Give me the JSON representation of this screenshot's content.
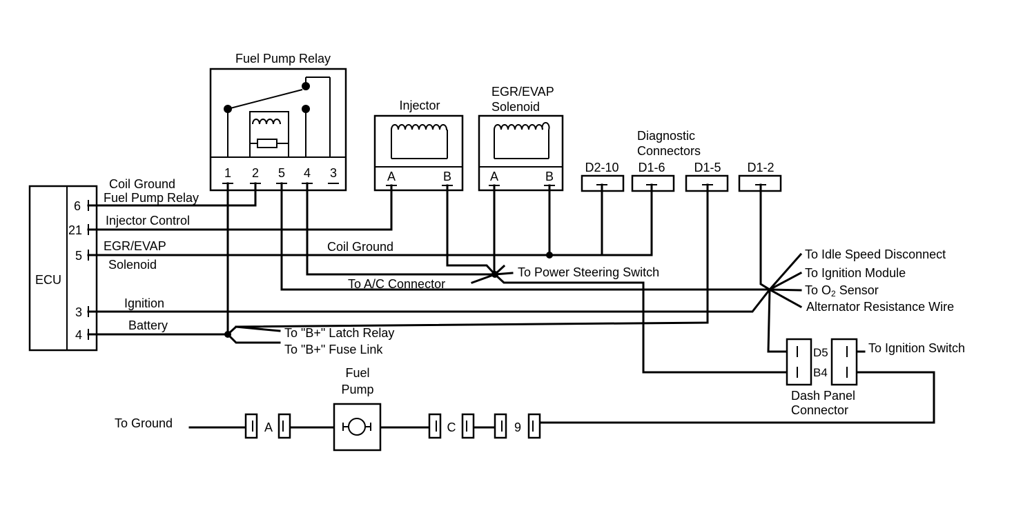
{
  "relay": {
    "title": "Fuel Pump Relay",
    "pins": [
      "1",
      "2",
      "5",
      "4",
      "3"
    ]
  },
  "injector": {
    "title": "Injector",
    "pin_a": "A",
    "pin_b": "B"
  },
  "egr": {
    "title_line1": "EGR/EVAP",
    "title_line2": "Solenoid",
    "pin_a": "A",
    "pin_b": "B"
  },
  "diagnostic": {
    "title_line1": "Diagnostic",
    "title_line2": "Connectors",
    "connectors": [
      "D2-10",
      "D1-6",
      "D1-5",
      "D1-2"
    ]
  },
  "ecu": {
    "label": "ECU",
    "pins": [
      "6",
      "21",
      "5",
      "3",
      "4"
    ]
  },
  "wires": {
    "coil_ground_relay_line1": "Coil Ground",
    "coil_ground_relay_line2": "Fuel Pump Relay",
    "injector_control": "Injector Control",
    "egr_line1": "EGR/EVAP",
    "egr_line2": "Solenoid",
    "coil_ground": "Coil Ground",
    "ignition": "Ignition",
    "battery": "Battery",
    "to_ac": "To A/C Connector",
    "to_power_steering": "To Power Steering Switch",
    "to_b_latch": "To \"B+\" Latch Relay",
    "to_b_fuse": "To \"B+\" Fuse Link",
    "to_idle": "To Idle Speed Disconnect",
    "to_ign_module": "To Ignition Module",
    "to_o2_prefix": "To O",
    "to_o2_sub": "2",
    "to_o2_suffix": " Sensor",
    "alternator": "Alternator Resistance Wire",
    "to_ign_switch": "To Ignition Switch"
  },
  "dash": {
    "pin_d5": "D5",
    "pin_b4": "B4",
    "label_line1": "Dash Panel",
    "label_line2": "Connector"
  },
  "fuel_pump": {
    "title_line1": "Fuel",
    "title_line2": "Pump",
    "to_ground": "To Ground",
    "conn_a": "A",
    "conn_c": "C",
    "conn_9": "9"
  }
}
